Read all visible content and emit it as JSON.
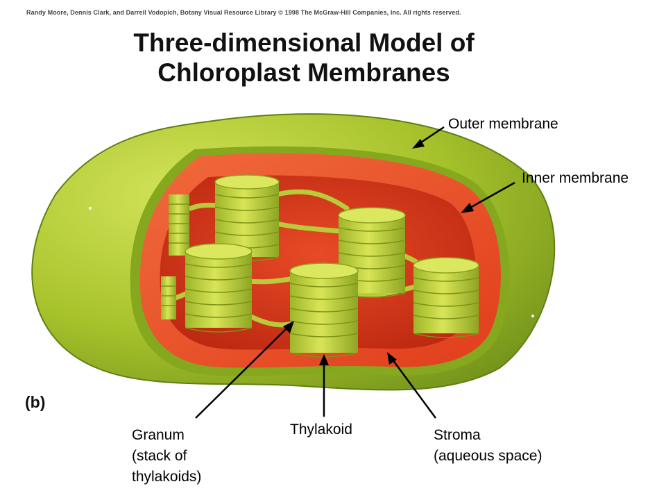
{
  "credit": "Randy Moore, Dennis Clark, and Darrell Vodopich, Botany Visual Resource Library © 1998 The McGraw-Hill Companies, Inc. All rights reserved.",
  "title": {
    "line1": "Three-dimensional Model of",
    "line2": "Chloroplast Membranes"
  },
  "panel_label": "(b)",
  "labels": {
    "outer_membrane": "Outer membrane",
    "inner_membrane": "Inner membrane",
    "granum": [
      "Granum",
      "(stack of",
      "thylakoids)"
    ],
    "thylakoid": "Thylakoid",
    "stroma": [
      "Stroma",
      "(aqueous space)"
    ]
  },
  "colors": {
    "outer": "#a6c22b",
    "inner": "#e8471e",
    "stroma": "#d9301a",
    "thylakoid": "#c4d43c"
  }
}
